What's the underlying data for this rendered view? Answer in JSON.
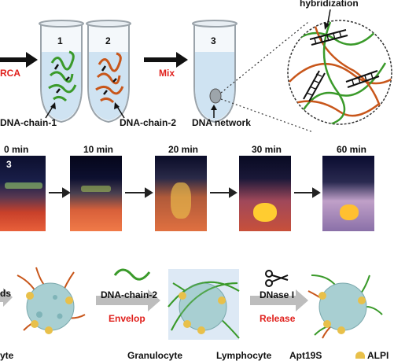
{
  "top": {
    "left_label": "RCA",
    "mix_label": "Mix",
    "tube_numbers": [
      "1",
      "2",
      "3"
    ],
    "chain1_label": "DNA-chain-1",
    "chain2_label": "DNA-chain-2",
    "network_label": "DNA network",
    "hybridization_label": "hybridization"
  },
  "timeline": {
    "times": [
      "0 min",
      "10 min",
      "20 min",
      "30 min",
      "60 min"
    ],
    "first_photo_number": "3"
  },
  "bottom": {
    "left_fragment": "ds",
    "chain2_label": "DNA-chain-2",
    "envelop_label": "Envelop",
    "dnase_label": "DNase I",
    "release_label": "Release"
  },
  "legend": {
    "items": [
      "yte",
      "Granulocyte",
      "Lymphocyte",
      "Apt19S",
      "ALPI"
    ]
  },
  "colors": {
    "red_label": "#e0201c",
    "green_chain": "#3a9a2a",
    "orange_chain": "#c8561a",
    "cell": "#a8cfd2"
  }
}
